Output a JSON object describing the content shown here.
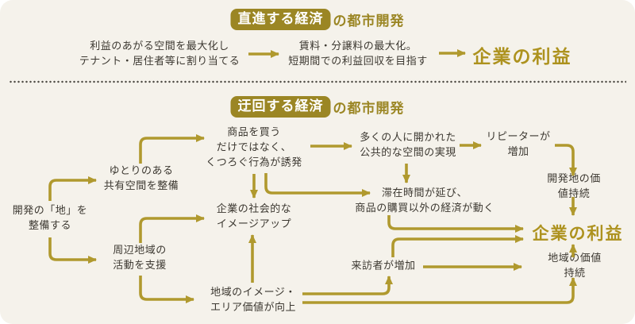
{
  "colors": {
    "page_bg": "#ffffff",
    "card_bg": "#f5f2eb",
    "accent_gold": "#b0992e",
    "badge_bg": "#9b8624",
    "title_gold": "#9b8624",
    "big_gold": "#ad921e",
    "text_dark": "#3c3831",
    "divider": "#4f4c45"
  },
  "section_linear": {
    "title_badge": "直進する経済",
    "title_suffix": "の都市開発",
    "step1": "利益のあがる空間を最大化し\nテナント・居住者等に割り当てる",
    "step2": "賃料・分譲料の最大化。\n短期間での利益回収を目指す",
    "result": "企業の利益"
  },
  "section_detour": {
    "title_badge": "迂回する経済",
    "title_suffix": "の都市開発",
    "nodes": {
      "develop_ground": "開発の「地」を\n整備する",
      "shared_space": "ゆとりのある\n共有空間を整備",
      "support_local": "周辺地域の\n活動を支援",
      "relax_behavior": "商品を買う\nだけではなく、\nくつろぐ行為が誘発",
      "corporate_image": "企業の社会的な\nイメージアップ",
      "area_value_up": "地域のイメージ・\nエリア価値が向上",
      "public_space": "多くの人に開かれた\n公共的な空間の実現",
      "stay_longer": "滞在時間が延び、\n商品の購買以外の経済が動く",
      "repeaters": "リピーターが\n増加",
      "visitors_increase": "来訪者が増加",
      "dev_value_sustain": "開発地の価値持続",
      "corporate_profit": "企業の利益",
      "area_value_sustain": "地域の価値持続"
    }
  }
}
